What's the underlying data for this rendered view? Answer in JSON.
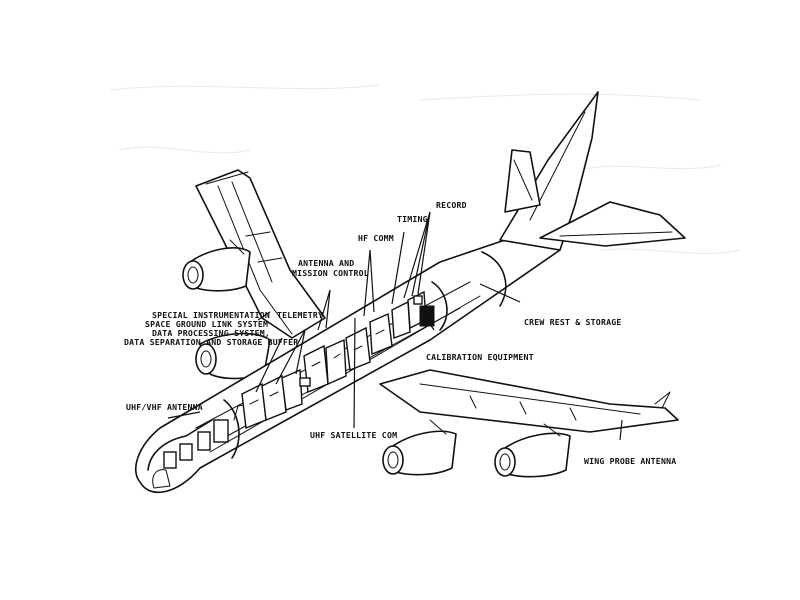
{
  "labels": {
    "record": "RECORD",
    "timing": "TIMING",
    "hf_comm": "HF COMM",
    "antenna_mission_1": "ANTENNA AND",
    "antenna_mission_2": "MISSION CONTROL",
    "telemetry": "TELEMETRY",
    "special_1": "SPECIAL INSTRUMENTATION",
    "special_2": "SPACE GROUND LINK SYSTEM",
    "special_3": "DATA PROCESSING SYSTEM,",
    "special_4": "DATA SEPARATION AND STORAGE BUFFER",
    "crew_rest": "CREW REST & STORAGE",
    "calibration": "CALIBRATION EQUIPMENT",
    "uhf_vhf": "UHF/VHF ANTENNA",
    "uhf_sat": "UHF SATELLITE COM",
    "wing_probe": "WING PROBE ANTENNA"
  },
  "colors": {
    "ink": "#111111",
    "paper": "#ffffff"
  }
}
